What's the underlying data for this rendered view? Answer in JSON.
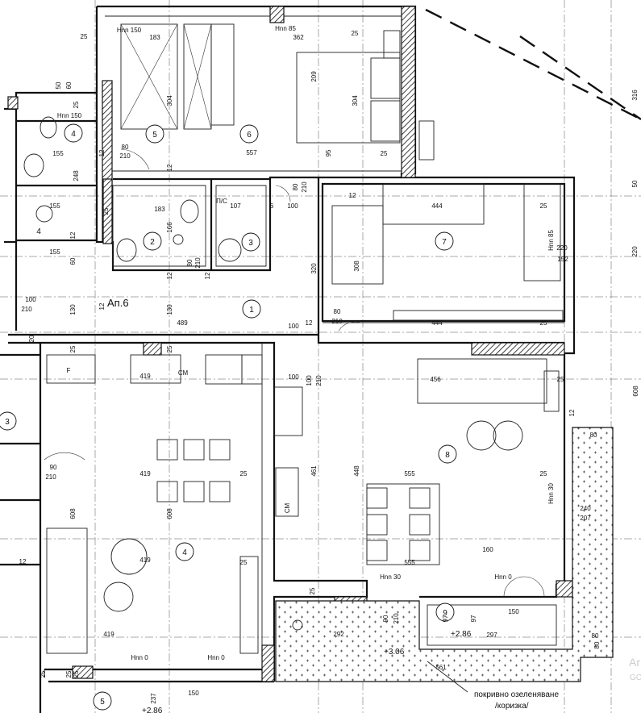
{
  "apartment_label": "Ап.6",
  "colors": {
    "ink": "#111111",
    "paper": "#ffffff",
    "grid": "#555555"
  },
  "rooms": [
    {
      "id": "r1",
      "number": "1"
    },
    {
      "id": "r2",
      "number": "2"
    },
    {
      "id": "r3",
      "number": "3"
    },
    {
      "id": "r4",
      "number": "4"
    },
    {
      "id": "r5",
      "number": "5"
    },
    {
      "id": "r6",
      "number": "6"
    },
    {
      "id": "r7",
      "number": "7"
    },
    {
      "id": "r8",
      "number": "8"
    },
    {
      "id": "r9",
      "number": "9"
    },
    {
      "id": "n3",
      "number": "3"
    },
    {
      "id": "n4",
      "number": "4"
    },
    {
      "id": "n4b",
      "number": "4"
    },
    {
      "id": "n5",
      "number": "5"
    }
  ],
  "level_marks": [
    {
      "id": "lv1",
      "value": "+3.06"
    },
    {
      "id": "lv2",
      "value": "+2.86"
    },
    {
      "id": "lv3",
      "value": "+2.86"
    }
  ],
  "legend_lines": [
    "покривно озеленяване",
    "/коризка/"
  ],
  "watermark_fragments": [
    "Ar",
    "GC"
  ],
  "dimensions": [
    {
      "id": "d01",
      "t": "25"
    },
    {
      "id": "d02",
      "t": "Hnn 150"
    },
    {
      "id": "d03",
      "t": "183"
    },
    {
      "id": "d04",
      "t": "Hnn 85"
    },
    {
      "id": "d05",
      "t": "362"
    },
    {
      "id": "d06",
      "t": "25"
    },
    {
      "id": "d07",
      "t": "25"
    },
    {
      "id": "d08",
      "t": "50"
    },
    {
      "id": "d09",
      "t": "60"
    },
    {
      "id": "d10",
      "t": "304"
    },
    {
      "id": "d11",
      "t": "209"
    },
    {
      "id": "d12",
      "t": "304"
    },
    {
      "id": "d13",
      "t": "Hnn 150"
    },
    {
      "id": "d14",
      "t": "155"
    },
    {
      "id": "d15",
      "t": "80"
    },
    {
      "id": "d16",
      "t": "210"
    },
    {
      "id": "d17",
      "t": "557"
    },
    {
      "id": "d18",
      "t": "95"
    },
    {
      "id": "d19",
      "t": "25"
    },
    {
      "id": "d20",
      "t": "12"
    },
    {
      "id": "d21",
      "t": "12"
    },
    {
      "id": "d22",
      "t": "248"
    },
    {
      "id": "d23",
      "t": "25"
    },
    {
      "id": "d24",
      "t": "155"
    },
    {
      "id": "d25",
      "t": "183"
    },
    {
      "id": "d26",
      "t": "166"
    },
    {
      "id": "d27",
      "t": "П/С"
    },
    {
      "id": "d28",
      "t": "107"
    },
    {
      "id": "d29",
      "t": "6"
    },
    {
      "id": "d30",
      "t": "80"
    },
    {
      "id": "d31",
      "t": "210"
    },
    {
      "id": "d32",
      "t": "100"
    },
    {
      "id": "d33",
      "t": "12"
    },
    {
      "id": "d34",
      "t": "444"
    },
    {
      "id": "d35",
      "t": "25"
    },
    {
      "id": "d36",
      "t": "Hnn 85"
    },
    {
      "id": "d37",
      "t": "220"
    },
    {
      "id": "d38",
      "t": "152"
    },
    {
      "id": "d39",
      "t": "155"
    },
    {
      "id": "d40",
      "t": "60"
    },
    {
      "id": "d41",
      "t": "12"
    },
    {
      "id": "d42",
      "t": "80"
    },
    {
      "id": "d43",
      "t": "210"
    },
    {
      "id": "d44",
      "t": "320"
    },
    {
      "id": "d45",
      "t": "308"
    },
    {
      "id": "d46",
      "t": "12"
    },
    {
      "id": "d47",
      "t": "12"
    },
    {
      "id": "d48",
      "t": "100"
    },
    {
      "id": "d49",
      "t": "210"
    },
    {
      "id": "d50",
      "t": "130"
    },
    {
      "id": "d51",
      "t": "130"
    },
    {
      "id": "d52",
      "t": "489"
    },
    {
      "id": "d53",
      "t": "100"
    },
    {
      "id": "d54",
      "t": "12"
    },
    {
      "id": "d55",
      "t": "80"
    },
    {
      "id": "d56",
      "t": "210"
    },
    {
      "id": "d57",
      "t": "444"
    },
    {
      "id": "d58",
      "t": "25"
    },
    {
      "id": "d59",
      "t": "20"
    },
    {
      "id": "d60",
      "t": "25"
    },
    {
      "id": "d61",
      "t": "25"
    },
    {
      "id": "d62",
      "t": "F"
    },
    {
      "id": "d63",
      "t": "419"
    },
    {
      "id": "d64",
      "t": "СМ"
    },
    {
      "id": "d65",
      "t": "100"
    },
    {
      "id": "d66",
      "t": "456"
    },
    {
      "id": "d67",
      "t": "25"
    },
    {
      "id": "d68",
      "t": "80"
    },
    {
      "id": "d69",
      "t": "12"
    },
    {
      "id": "d70",
      "t": "90"
    },
    {
      "id": "d71",
      "t": "210"
    },
    {
      "id": "d72",
      "t": "419"
    },
    {
      "id": "d73",
      "t": "25"
    },
    {
      "id": "d74",
      "t": "461"
    },
    {
      "id": "d75",
      "t": "448"
    },
    {
      "id": "d76",
      "t": "555"
    },
    {
      "id": "d77",
      "t": "25"
    },
    {
      "id": "d78",
      "t": "Hnn 30"
    },
    {
      "id": "d79",
      "t": "240"
    },
    {
      "id": "d80",
      "t": "207"
    },
    {
      "id": "d81",
      "t": "608"
    },
    {
      "id": "d82",
      "t": "608"
    },
    {
      "id": "d83",
      "t": "СМ"
    },
    {
      "id": "d84",
      "t": "12"
    },
    {
      "id": "d85",
      "t": "419"
    },
    {
      "id": "d86",
      "t": "25"
    },
    {
      "id": "d87",
      "t": "555"
    },
    {
      "id": "d88",
      "t": "160"
    },
    {
      "id": "d89",
      "t": "Hnn 30"
    },
    {
      "id": "d90",
      "t": "Hnn 0"
    },
    {
      "id": "d91",
      "t": "25"
    },
    {
      "id": "d92",
      "t": "90"
    },
    {
      "id": "d93",
      "t": "210"
    },
    {
      "id": "d94",
      "t": "97"
    },
    {
      "id": "d95",
      "t": "97"
    },
    {
      "id": "d96",
      "t": "150"
    },
    {
      "id": "d97",
      "t": "419"
    },
    {
      "id": "d98",
      "t": "292"
    },
    {
      "id": "d99",
      "t": "297"
    },
    {
      "id": "d100",
      "t": "80"
    },
    {
      "id": "d101",
      "t": "Hnn 0"
    },
    {
      "id": "d102",
      "t": "Hnn 0"
    },
    {
      "id": "d103",
      "t": "25"
    },
    {
      "id": "d104",
      "t": "25"
    },
    {
      "id": "d105",
      "t": "561"
    },
    {
      "id": "d106",
      "t": "237"
    },
    {
      "id": "d107",
      "t": "150"
    },
    {
      "id": "d108",
      "t": "316"
    },
    {
      "id": "d109",
      "t": "50"
    },
    {
      "id": "d110",
      "t": "220"
    },
    {
      "id": "d111",
      "t": "608"
    },
    {
      "id": "d112",
      "t": "80"
    },
    {
      "id": "d113",
      "t": "25"
    },
    {
      "id": "d114",
      "t": "100"
    },
    {
      "id": "d115",
      "t": "210"
    },
    {
      "id": "d116",
      "t": "12"
    }
  ]
}
